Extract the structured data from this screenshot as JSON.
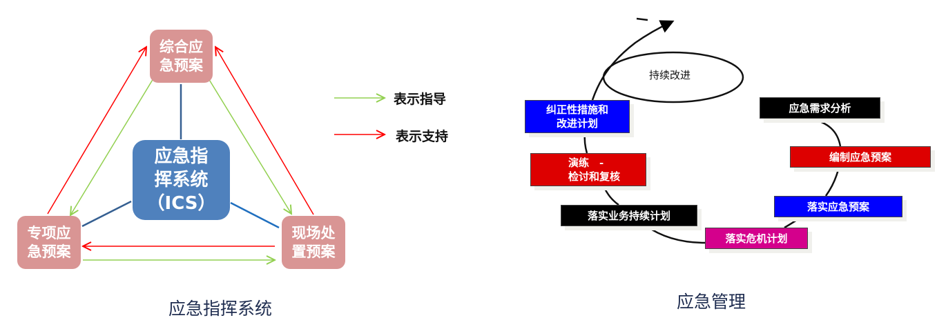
{
  "ics": {
    "top_box": [
      "综合应",
      "急预案"
    ],
    "left_box": [
      "专项应",
      "急预案"
    ],
    "right_box": [
      "现场处",
      "置预案"
    ],
    "center_box": [
      "应急指",
      "挥系统",
      "（ICS）"
    ],
    "legend": [
      {
        "label": "表示指导",
        "color": "#92d050"
      },
      {
        "label": "表示支持",
        "color": "#ff0000"
      }
    ],
    "caption": "应急指挥系统"
  },
  "em": {
    "center_label": "持续改进",
    "steps": [
      {
        "lines": [
          "纠正性措施和",
          "改进计划"
        ],
        "color": "#0000ff"
      },
      {
        "lines": [
          "演练　-",
          "检讨和复核"
        ],
        "color": "#dd0000"
      },
      {
        "lines": [
          "落实业务持续计划"
        ],
        "color": "#000000"
      },
      {
        "lines": [
          "落实危机计划"
        ],
        "color": "#d4008c"
      },
      {
        "lines": [
          "落实应急预案"
        ],
        "color": "#0000ff"
      },
      {
        "lines": [
          "编制应急预案"
        ],
        "color": "#dd0000"
      },
      {
        "lines": [
          "应急需求分析"
        ],
        "color": "#000000"
      }
    ],
    "caption": "应急管理"
  }
}
